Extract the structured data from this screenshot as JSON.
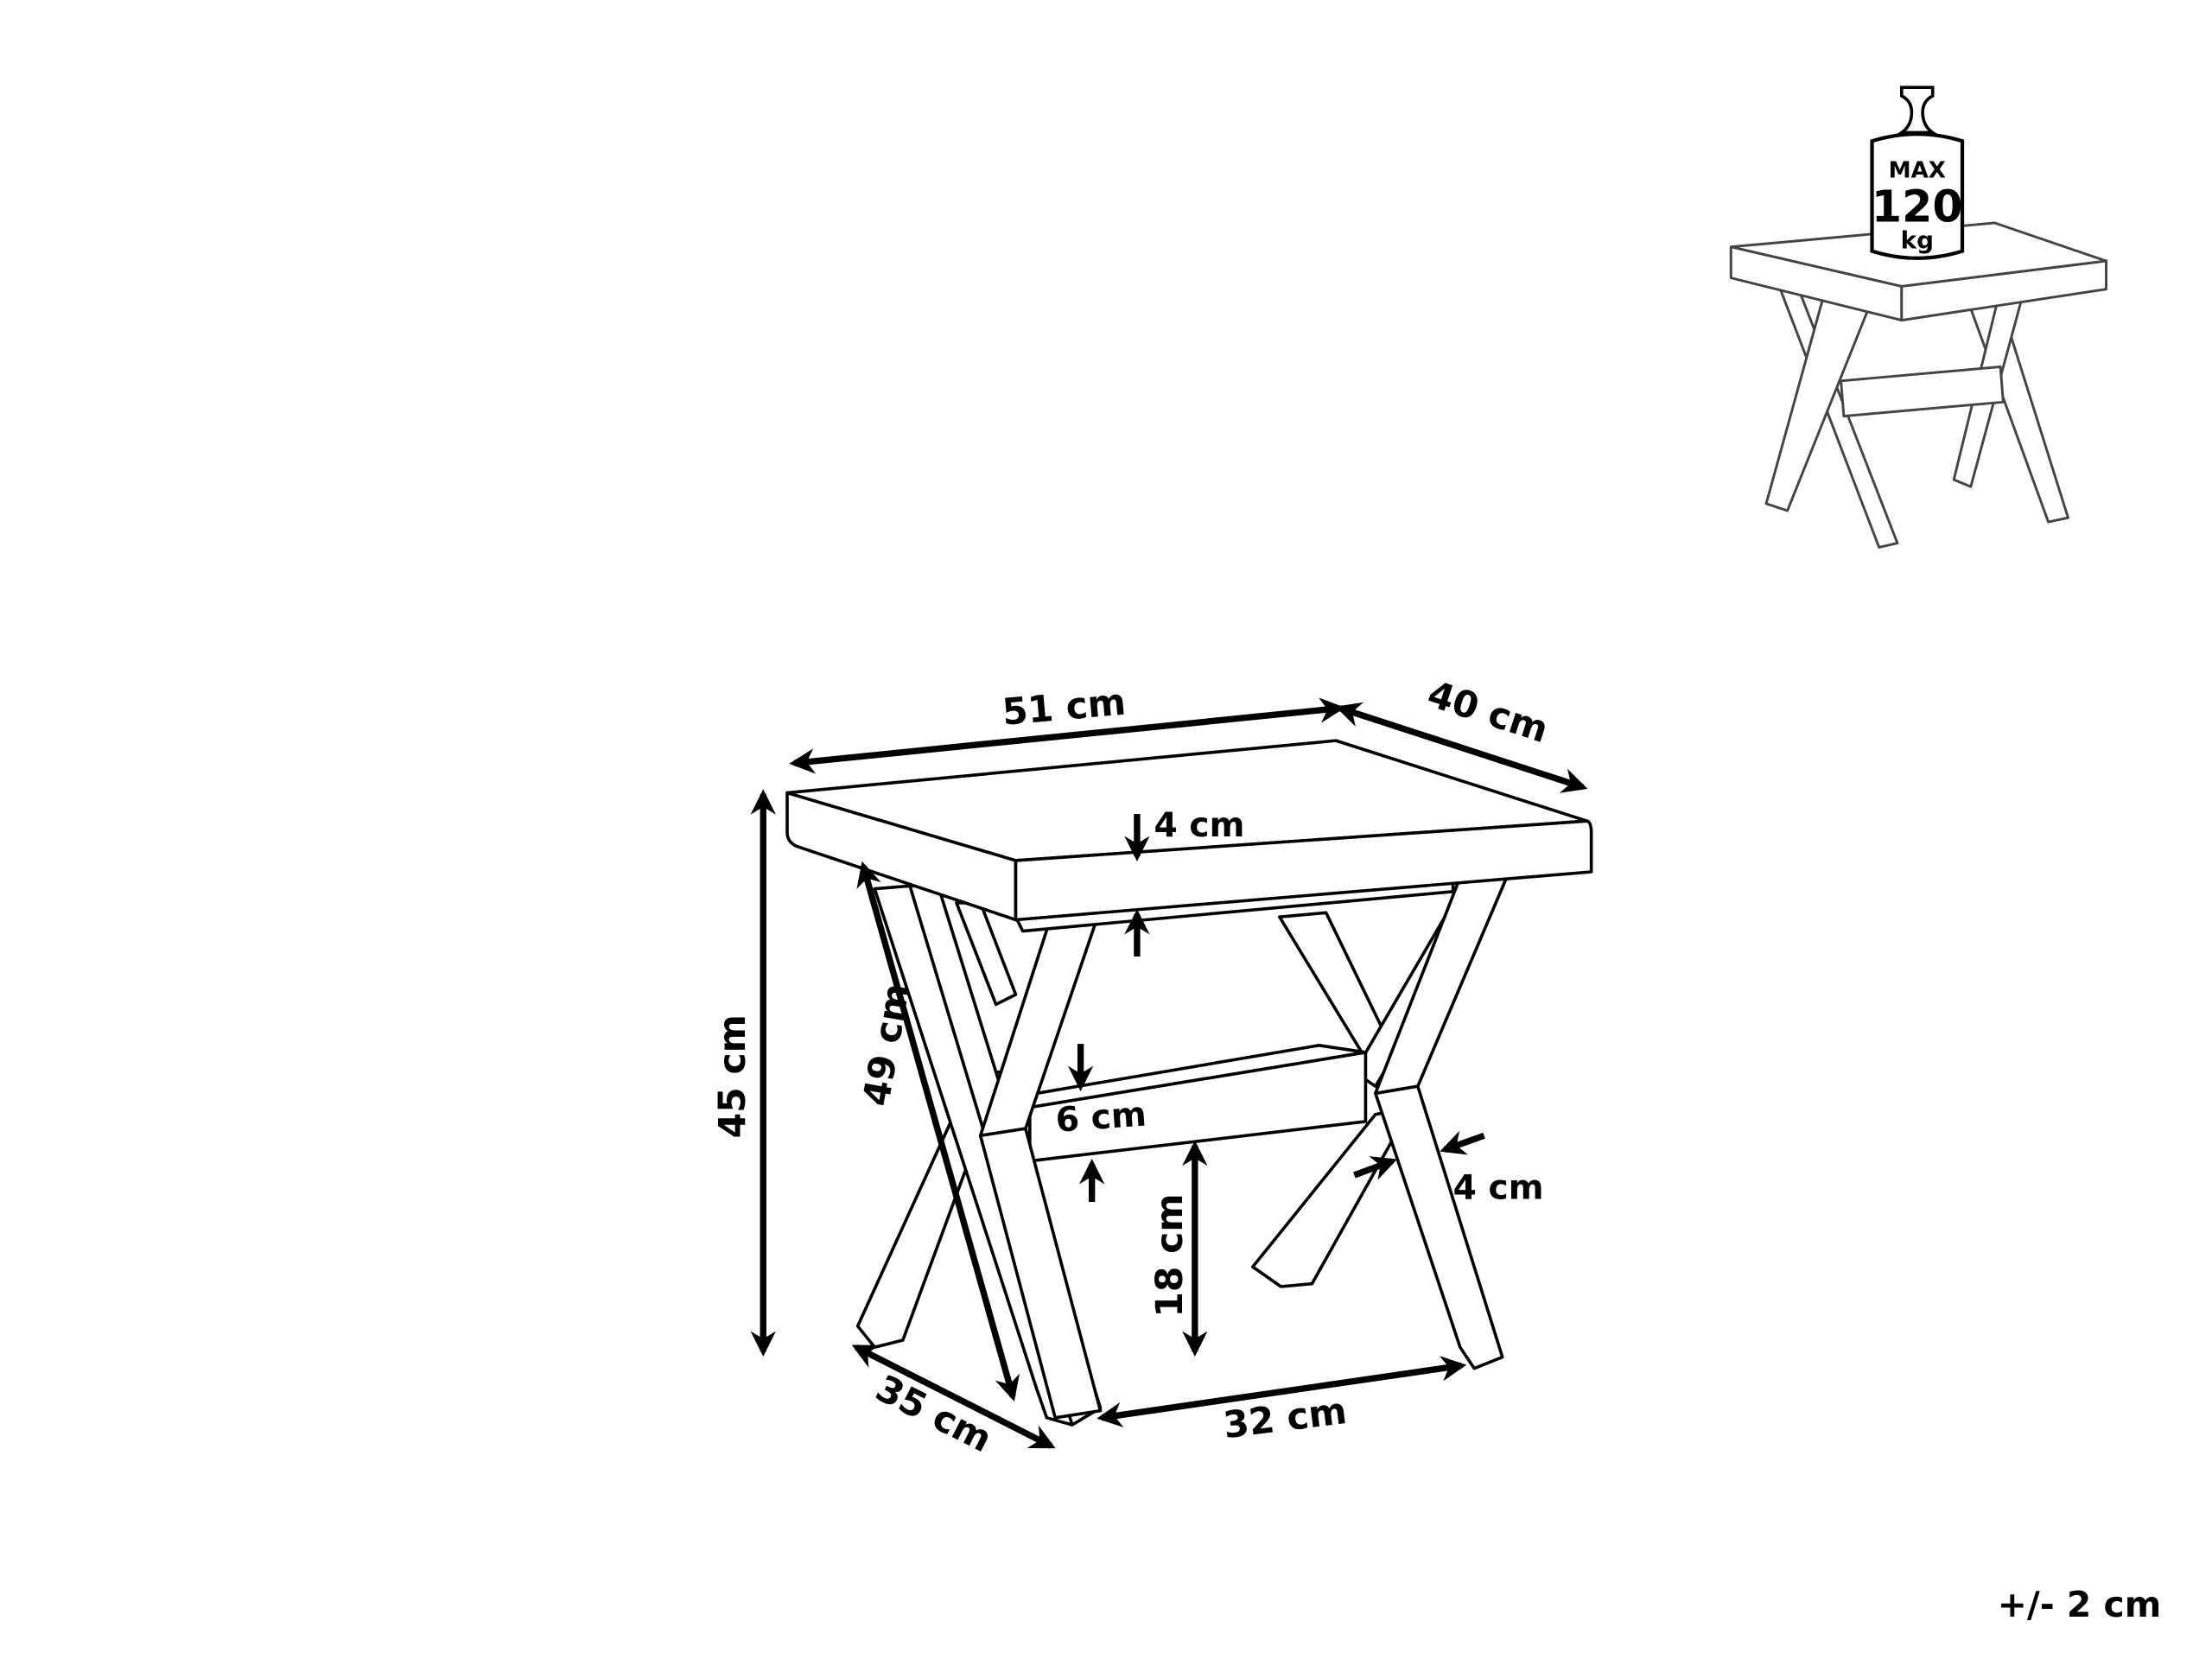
{
  "diagram": {
    "type": "product-dimension-drawing",
    "subject": "X-leg side table with lower shelf",
    "colors": {
      "background": "#ffffff",
      "line": "#000000"
    },
    "dimensions": {
      "width": "51 cm",
      "depth": "40 cm",
      "top_thickness": "4 cm",
      "height": "45 cm",
      "leg_length": "49 cm",
      "shelf_thickness": "6 cm",
      "shelf_clearance": "18 cm",
      "leg_width": "4 cm",
      "base_depth": "35 cm",
      "base_inner_width": "32 cm"
    },
    "load_badge": {
      "line1": "MAX",
      "line2": "120",
      "line3": "kg"
    },
    "tolerance": "+/- 2 cm"
  }
}
